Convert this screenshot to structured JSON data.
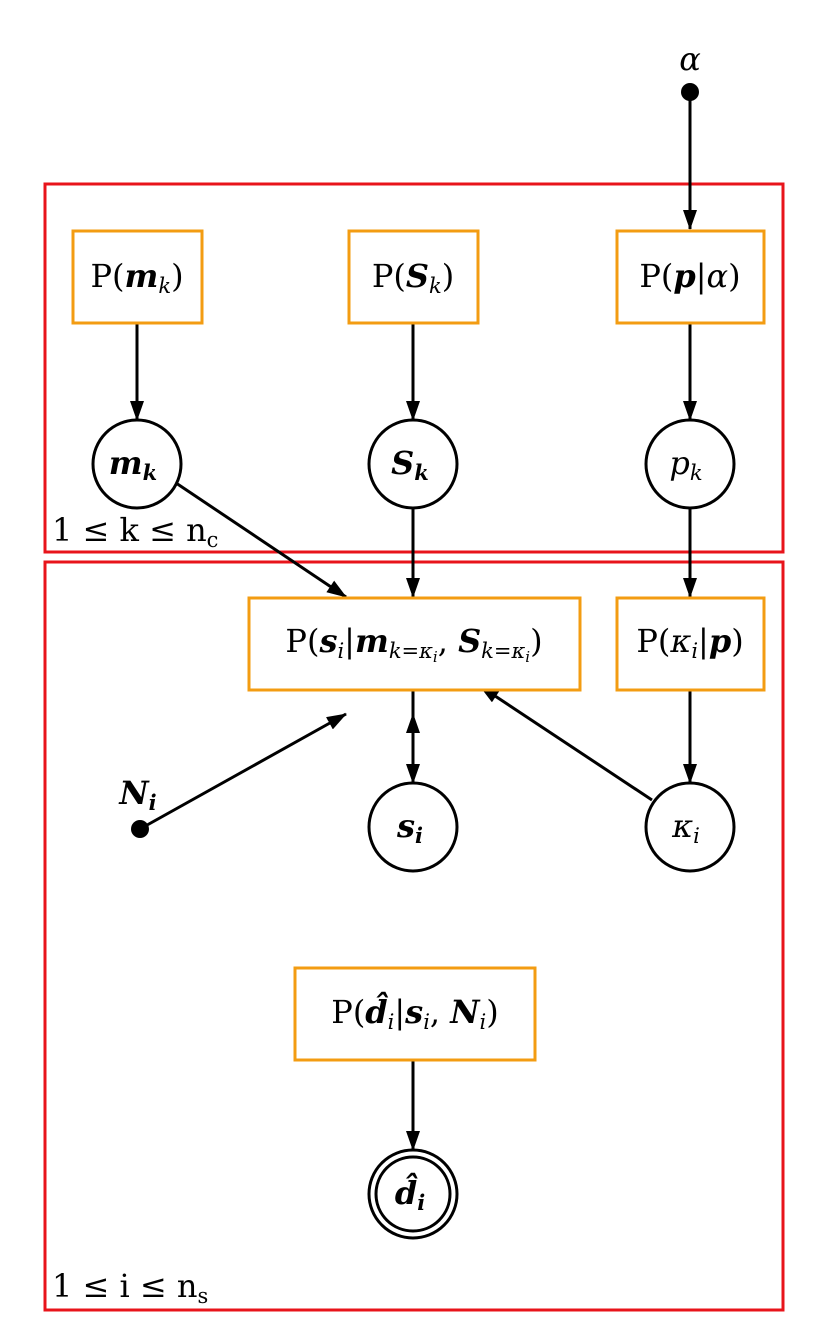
{
  "plates": {
    "cluster": {
      "label": "1 ≤ k ≤ n",
      "label_sub": "c"
    },
    "sample": {
      "label": "1 ≤ i ≤ n",
      "label_sub": "s"
    }
  },
  "hyper": {
    "alpha": {
      "label": "α"
    },
    "noise": {
      "label": "N",
      "sub": "i"
    }
  },
  "factors": {
    "pm": {
      "pre": "P(",
      "var": "m",
      "sub": "k",
      "post": ")"
    },
    "pS": {
      "pre": "P(",
      "var": "S",
      "sub": "k",
      "post": ")"
    },
    "pp": {
      "pre": "P(",
      "var": "p",
      "mid": "|α",
      "post": ")"
    },
    "ps": {
      "pre": "P(",
      "v1": "s",
      "v1sub": "i",
      "bar": "|",
      "v2": "m",
      "v2sub": "k=κ",
      "v2subsub": "i",
      "comma": ", ",
      "v3": "S",
      "v3sub": "k=κ",
      "v3subsub": "i",
      "post": ")"
    },
    "pk": {
      "pre": "P(",
      "v1": "κ",
      "v1sub": "i",
      "bar": "|",
      "v2": "p",
      "post": ")"
    },
    "pd": {
      "pre": "P(",
      "v1": "d̂",
      "v1sub": "i",
      "bar": "|",
      "v2": "s",
      "v2sub": "i",
      "comma": ", ",
      "v3": "N",
      "v3sub": "i",
      "post": ")"
    }
  },
  "variables": {
    "m": {
      "label": "m",
      "sub": "k"
    },
    "S": {
      "label": "S",
      "sub": "k"
    },
    "p": {
      "label": "p",
      "sub": "k"
    },
    "s": {
      "label": "s",
      "sub": "i"
    },
    "kappa": {
      "label": "κ",
      "sub": "i"
    },
    "d": {
      "label": "d̂",
      "sub": "i"
    }
  },
  "colors": {
    "plate": "#e8141b",
    "factor": "#f39c12",
    "ink": "#000000"
  }
}
